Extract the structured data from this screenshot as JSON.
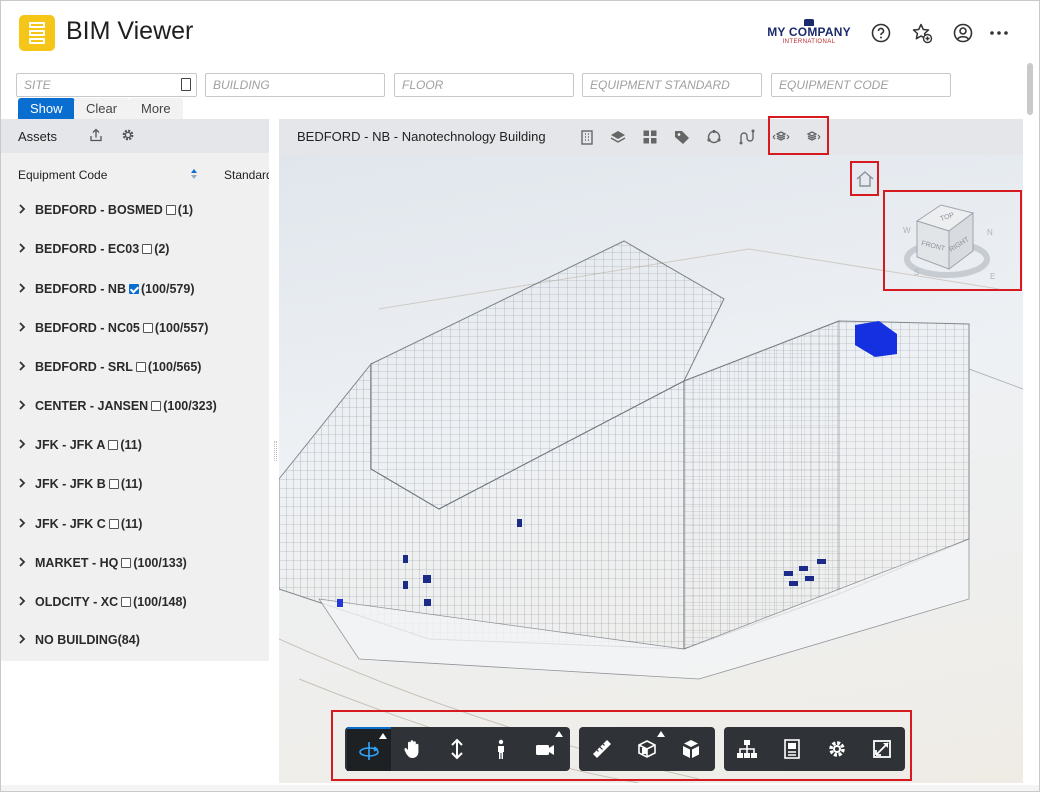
{
  "app": {
    "title": "BIM Viewer",
    "company_name": "MY COMPANY",
    "company_sub": "INTERNATIONAL"
  },
  "header_icons": [
    "help-icon",
    "favorite-add-icon",
    "user-icon",
    "more-icon"
  ],
  "filters": {
    "site_placeholder": "SITE",
    "building_placeholder": "BUILDING",
    "floor_placeholder": "FLOOR",
    "equipment_standard_placeholder": "EQUIPMENT STANDARD",
    "equipment_code_placeholder": "EQUIPMENT CODE",
    "show_label": "Show",
    "clear_label": "Clear",
    "more_label": "More"
  },
  "assets": {
    "title": "Assets",
    "column_code": "Equipment Code",
    "column_standard": "Standard",
    "items": [
      {
        "name": "BEDFORD - BOSMED",
        "count": "(1)",
        "checked": false
      },
      {
        "name": "BEDFORD - EC03",
        "count": "(2)",
        "checked": false
      },
      {
        "name": "BEDFORD - NB",
        "count": "(100/579)",
        "checked": true
      },
      {
        "name": "BEDFORD - NC05",
        "count": "(100/557)",
        "checked": false
      },
      {
        "name": "BEDFORD - SRL",
        "count": "(100/565)",
        "checked": false
      },
      {
        "name": "CENTER - JANSEN",
        "count": "(100/323)",
        "checked": false
      },
      {
        "name": "JFK - JFK A",
        "count": "(11)",
        "checked": false
      },
      {
        "name": "JFK - JFK B",
        "count": "(11)",
        "checked": false
      },
      {
        "name": "JFK - JFK C",
        "count": "(11)",
        "checked": false
      },
      {
        "name": "MARKET - HQ",
        "count": "(100/133)",
        "checked": false
      },
      {
        "name": "OLDCITY - XC",
        "count": "(100/148)",
        "checked": false
      },
      {
        "name": "NO BUILDING(84)",
        "count": "",
        "checked": null
      }
    ]
  },
  "viewer": {
    "title": "BEDFORD - NB - Nanotechnology Building",
    "top_tools": [
      "building-icon",
      "layers-icon",
      "grid-icon",
      "tag-icon",
      "refresh-cycle-icon",
      "path-icon",
      "explode-left-icon",
      "explode-right-icon"
    ],
    "viewcube_faces": {
      "top": "TOP",
      "front": "FRONT",
      "right": "RIGHT"
    },
    "compass": {
      "n": "N",
      "s": "S",
      "e": "E",
      "w": "W"
    }
  },
  "toolbar": {
    "navigation": [
      "orbit-icon",
      "pan-hand-icon",
      "zoom-vertical-icon",
      "first-person-icon",
      "camera-icon"
    ],
    "modeling": [
      "measure-ruler-icon",
      "section-box-icon",
      "explode-cube-icon"
    ],
    "settings": [
      "model-tree-icon",
      "properties-icon",
      "settings-gear-icon",
      "fullscreen-icon"
    ]
  },
  "colors": {
    "accent": "#0a6ed1",
    "highlight": "#d71920",
    "logo": "#f5c518",
    "toolbar": "#2f3236"
  }
}
